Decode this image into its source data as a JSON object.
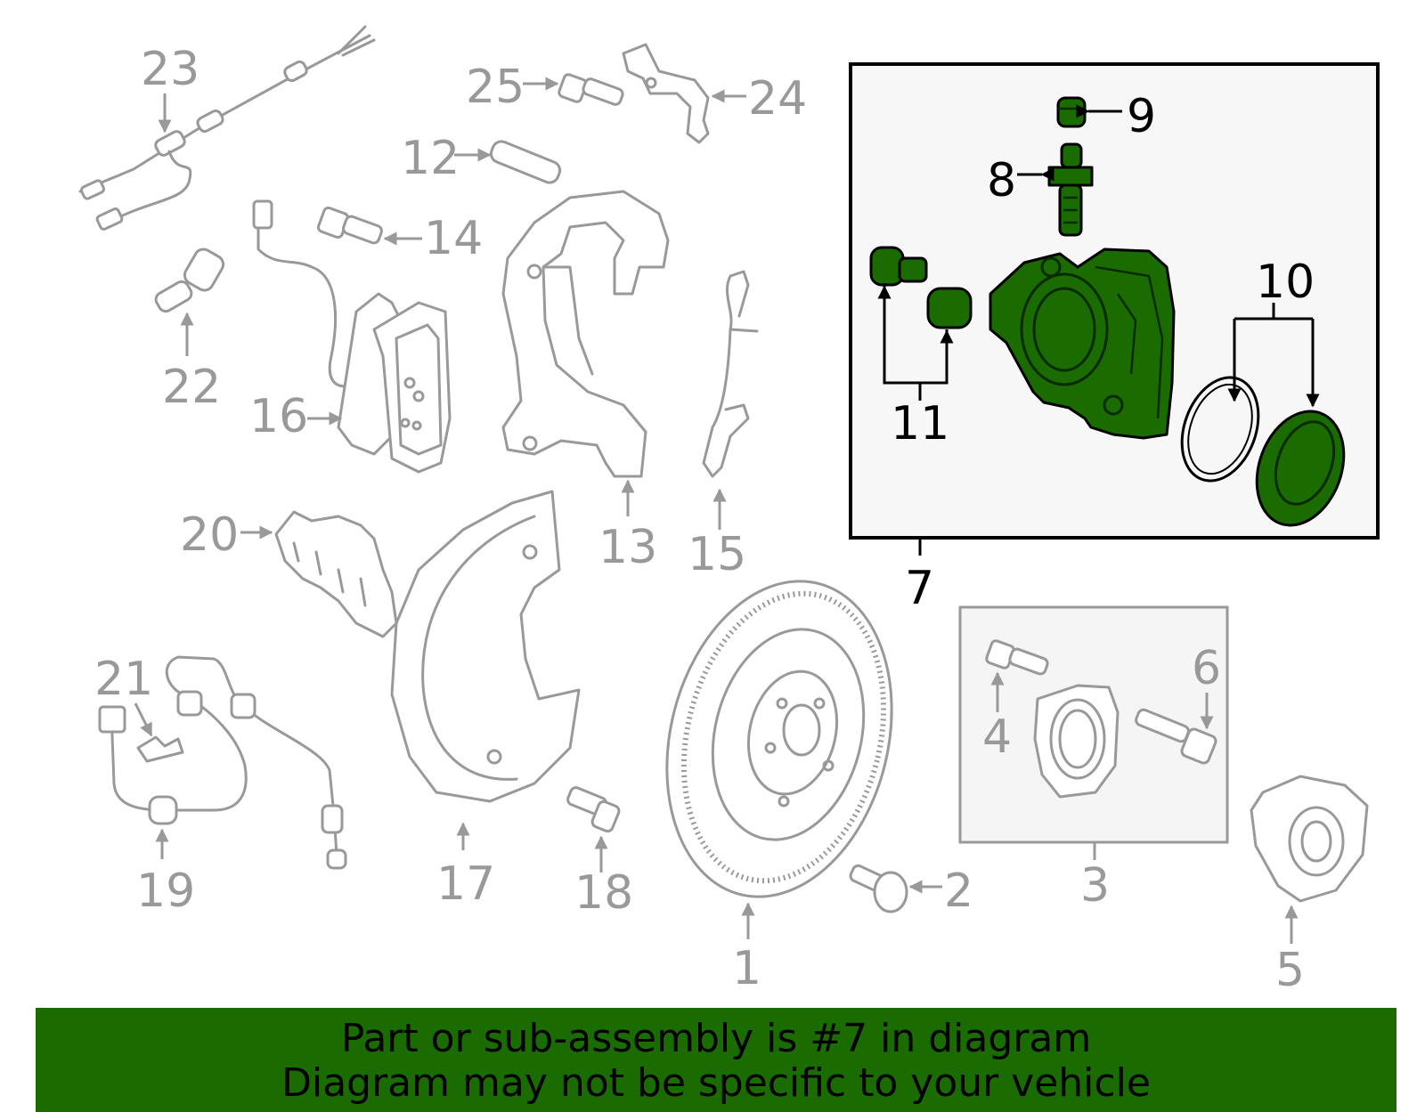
{
  "callouts": {
    "n1": "1",
    "n2": "2",
    "n3": "3",
    "n4": "4",
    "n5": "5",
    "n6": "6",
    "n7": "7",
    "n8": "8",
    "n9": "9",
    "n10": "10",
    "n11": "11",
    "n12": "12",
    "n13": "13",
    "n14": "14",
    "n15": "15",
    "n16": "16",
    "n17": "17",
    "n18": "18",
    "n19": "19",
    "n20": "20",
    "n21": "21",
    "n22": "22",
    "n23": "23",
    "n24": "24",
    "n25": "25"
  },
  "highlight": {
    "part_number": "7",
    "color": "#1a6b00"
  },
  "banner": {
    "line1": "Part or sub-assembly is #7 in diagram",
    "line2": "Diagram may not be specific to your vehicle"
  }
}
